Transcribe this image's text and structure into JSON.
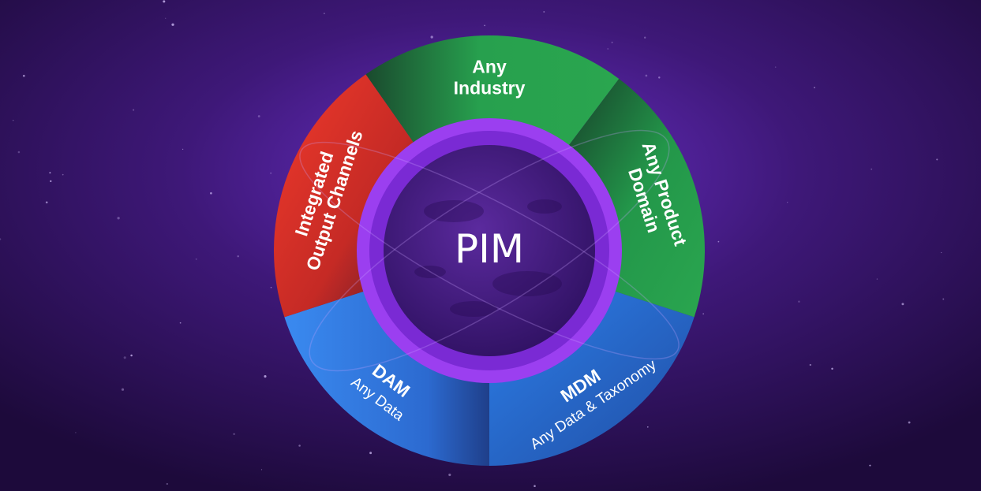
{
  "center": {
    "label": "PIM"
  },
  "segments": [
    {
      "id": "any-industry",
      "title_lines": [
        "Any",
        "Industry"
      ],
      "subtitle": "",
      "color": "#2aa14f"
    },
    {
      "id": "any-product-domain",
      "title_lines": [
        "Any Product",
        "Domain"
      ],
      "subtitle": "",
      "color": "#249a47"
    },
    {
      "id": "mdm",
      "title_lines": [
        "MDM"
      ],
      "subtitle": "Any Data & Taxonomy",
      "color": "#2f7fe8"
    },
    {
      "id": "dam",
      "title_lines": [
        "DAM"
      ],
      "subtitle": "Any Data",
      "color": "#3a86ee"
    },
    {
      "id": "integrated-output-channels",
      "title_lines": [
        "Integrated",
        "Output Channels"
      ],
      "subtitle": "",
      "color": "#e8362c"
    }
  ],
  "colors": {
    "background": "#2a0f52",
    "inner_ring": "#9b3ff0",
    "planet": "#4a1f8a"
  }
}
